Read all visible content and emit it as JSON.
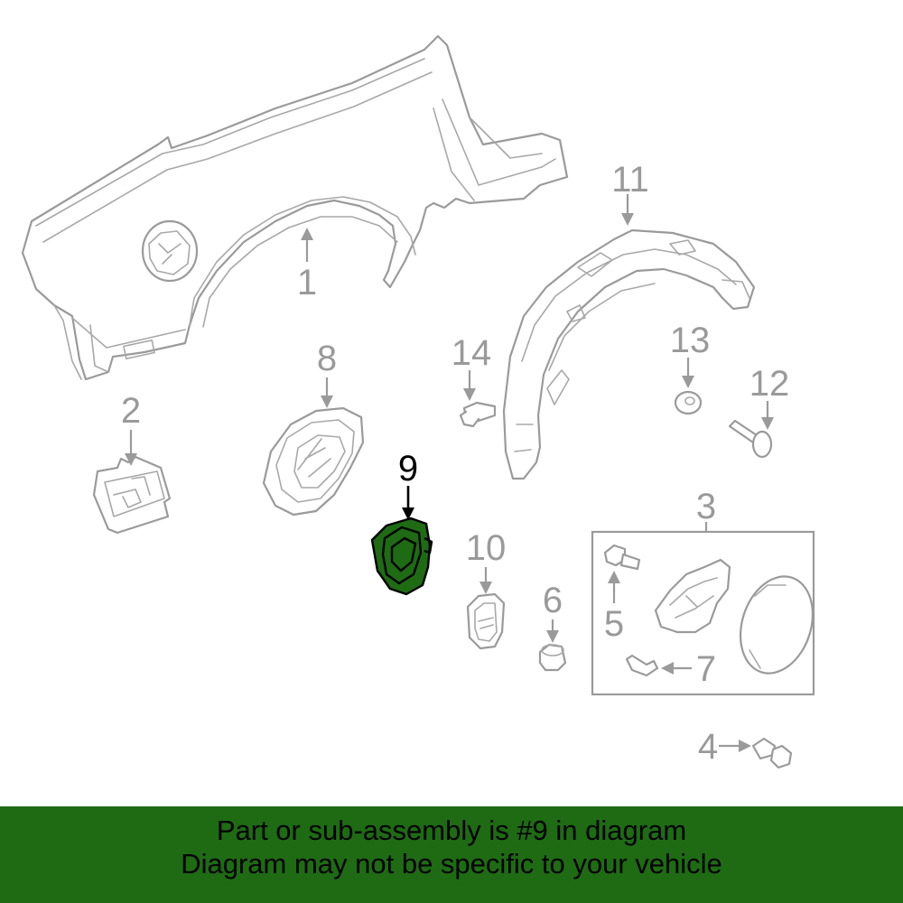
{
  "diagram": {
    "highlight_color": "#1e6b14",
    "callouts": [
      {
        "id": "1",
        "label": "1"
      },
      {
        "id": "2",
        "label": "2"
      },
      {
        "id": "3",
        "label": "3"
      },
      {
        "id": "4",
        "label": "4"
      },
      {
        "id": "5",
        "label": "5"
      },
      {
        "id": "6",
        "label": "6"
      },
      {
        "id": "7",
        "label": "7"
      },
      {
        "id": "8",
        "label": "8"
      },
      {
        "id": "9",
        "label": "9",
        "highlighted": true
      },
      {
        "id": "10",
        "label": "10"
      },
      {
        "id": "11",
        "label": "11"
      },
      {
        "id": "12",
        "label": "12"
      },
      {
        "id": "13",
        "label": "13"
      },
      {
        "id": "14",
        "label": "14"
      }
    ]
  },
  "banner": {
    "background": "#1e6b14",
    "line1": "Part or sub-assembly is #9 in diagram",
    "line2": "Diagram may not be specific to your vehicle"
  }
}
